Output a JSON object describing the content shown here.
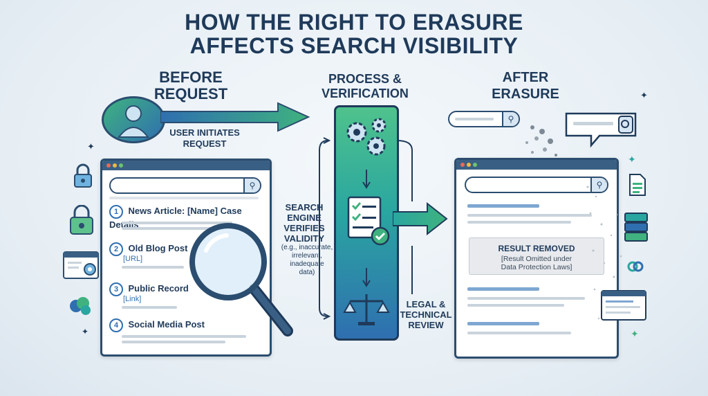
{
  "title": {
    "line1": "HOW THE RIGHT TO ERASURE",
    "line2": "AFFECTS SEARCH VISIBILITY"
  },
  "before": {
    "heading_line1": "BEFORE",
    "heading_line2": "REQUEST",
    "user_caption_line1": "USER INITIATES",
    "user_caption_line2": "REQUEST",
    "results": [
      {
        "num": "1",
        "title": "News Article: [Name] Case Details",
        "sub": ""
      },
      {
        "num": "2",
        "title": "Old Blog Post",
        "sub": "[URL]"
      },
      {
        "num": "3",
        "title": "Public Record",
        "sub": "[Link]"
      },
      {
        "num": "4",
        "title": "Social Media Post",
        "sub": ""
      }
    ]
  },
  "process": {
    "heading_line1": "PROCESS &",
    "heading_line2": "VERIFICATION",
    "verify_line1": "SEARCH",
    "verify_line2": "ENGINE",
    "verify_line3": "VERIFIES",
    "verify_line4": "VALIDITY",
    "verify_note_line1": "(e.g., inaccurate,",
    "verify_note_line2": "irrelevant,",
    "verify_note_line3": "inadequate",
    "verify_note_line4": "data)",
    "review_line1": "LEGAL &",
    "review_line2": "TECHNICAL",
    "review_line3": "REVIEW"
  },
  "after": {
    "heading_line1": "AFTER",
    "heading_line2": "ERASURE",
    "removed_title": "RESULT REMOVED",
    "removed_note_line1": "[Result Omitted under",
    "removed_note_line2": "Data Protection Laws]"
  },
  "colors": {
    "navy": "#1f3a5a",
    "blue": "#2f6fb0",
    "green": "#3fb27f",
    "teal": "#2aa6a0"
  },
  "icons": [
    "user-icon",
    "lock-icon",
    "gear-icon",
    "checklist-icon",
    "scales-icon",
    "magnifier-icon",
    "document-icon",
    "server-icon",
    "chat-bubble-icon"
  ]
}
